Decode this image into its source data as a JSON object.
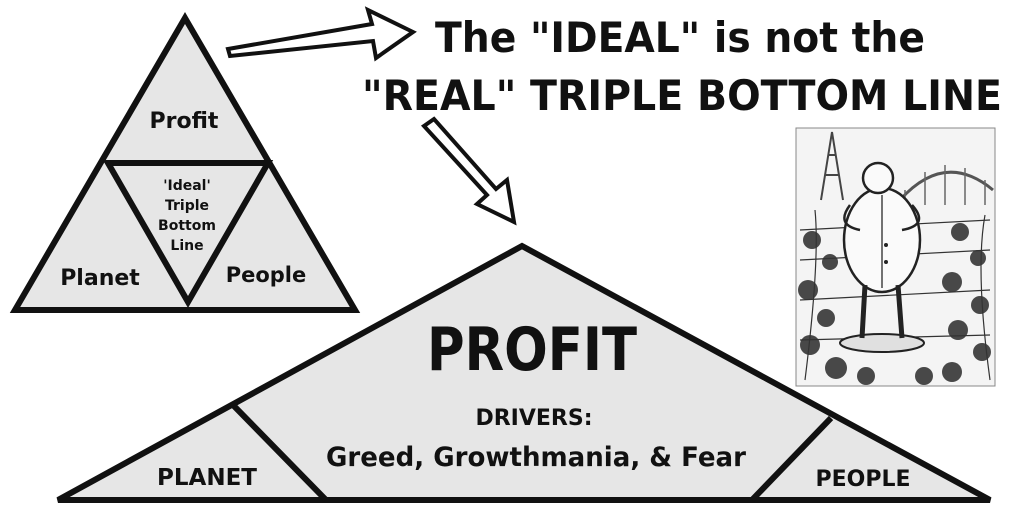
{
  "headline": {
    "line1": "The \"IDEAL\" is not the",
    "line2": "\"REAL\" TRIPLE BOTTOM LINE"
  },
  "ideal_triangle": {
    "top": "Profit",
    "center_lines": [
      "'Ideal'",
      "Triple",
      "Bottom",
      "Line"
    ],
    "left": "Planet",
    "right": "People"
  },
  "real_triangle": {
    "top": "PROFIT",
    "drivers_title": "DRIVERS:",
    "drivers_text": "Greed, Growthmania, & Fear",
    "left": "PLANET",
    "right": "PEOPLE"
  },
  "colors": {
    "fill": "#e6e6e6",
    "stroke": "#111111",
    "background": "#ffffff"
  },
  "icons": [
    "arrow-right-icon",
    "arrow-down-right-icon",
    "fat-man-crowd-illustration"
  ]
}
